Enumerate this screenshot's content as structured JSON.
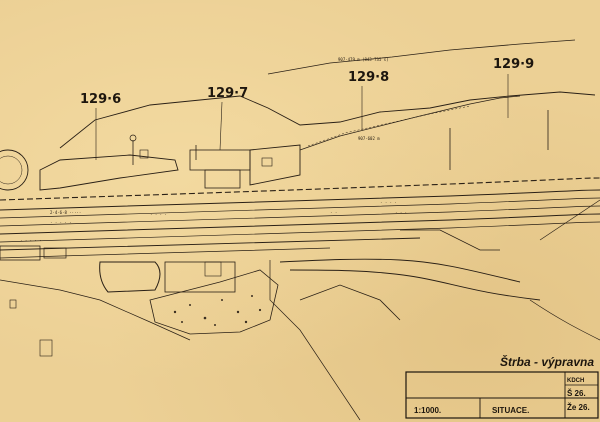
{
  "map": {
    "station_name": "Štrba - výpravna",
    "km_markers": [
      "129·6",
      "129·7",
      "129·8",
      "129·9"
    ],
    "scale": "1:1000.",
    "sheet_type": "SITUACE.",
    "ref_top": "KDCH",
    "ref_s": "Š 26.",
    "ref_ze": "Že 26.",
    "level_note_top": "907·479 m (843·735 s)",
    "level_note_mid": "907·602 m"
  }
}
